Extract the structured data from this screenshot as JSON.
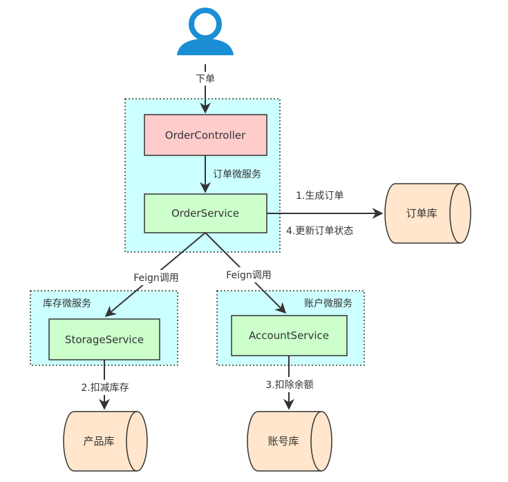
{
  "user": {
    "icon": "user-icon",
    "color": "#1b8fd6"
  },
  "edges": {
    "place_order": "下单",
    "controller_to_service": "订单微服务",
    "create_order": "1.生成订单",
    "update_order_status": "4.更新订单状态",
    "feign_storage": "Feign调用",
    "feign_account": "Feign调用",
    "deduct_stock": "2.扣减库存",
    "deduct_balance": "3.扣除余额"
  },
  "groups": {
    "order": {
      "label": ""
    },
    "storage": {
      "label": "库存微服务"
    },
    "account": {
      "label": "账户微服务"
    }
  },
  "nodes": {
    "order_controller": "OrderController",
    "order_service": "OrderService",
    "storage_service": "StorageService",
    "account_service": "AccountService"
  },
  "databases": {
    "order_db": "订单库",
    "product_db": "产品库",
    "account_db": "账号库"
  },
  "colors": {
    "group_fill": "#ccffff",
    "controller_fill": "#ffcccc",
    "service_fill": "#ccffcc",
    "db_fill": "#ffe6cc",
    "line": "#333333"
  }
}
